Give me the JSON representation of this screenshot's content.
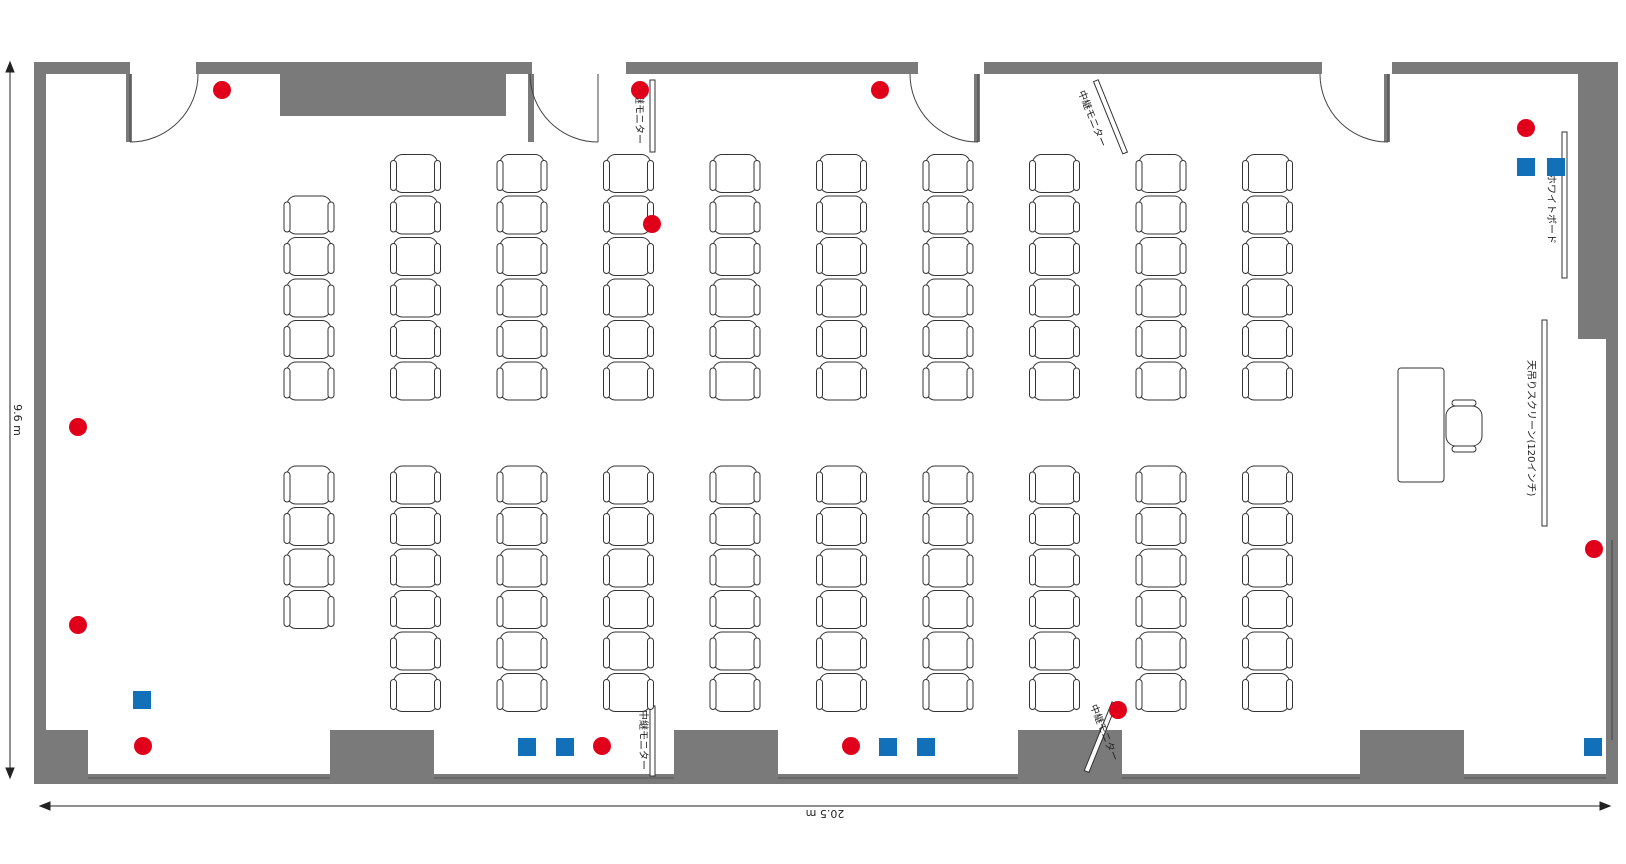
{
  "dimensions": {
    "width_label": "20.5 m",
    "height_label": "9.6 m"
  },
  "labels": {
    "monitor": "中継モニター",
    "whiteboard": "ホワイトボード",
    "screen": "天吊りスクリーン(120インチ)"
  },
  "legend_symbols": {
    "red_dot": "red-circle-marker",
    "blue_square": "blue-square-marker"
  },
  "seating": {
    "columns": 10,
    "upper_rows_per_column": [
      5,
      6,
      6,
      6,
      6,
      6,
      6,
      6,
      6,
      6
    ],
    "lower_rows_per_column": [
      4,
      6,
      6,
      6,
      6,
      6,
      6,
      6,
      6,
      6
    ]
  },
  "colors": {
    "wall": "#7a7a7a",
    "red_marker": "#e0001a",
    "blue_marker": "#1270b8",
    "line": "#333333"
  }
}
